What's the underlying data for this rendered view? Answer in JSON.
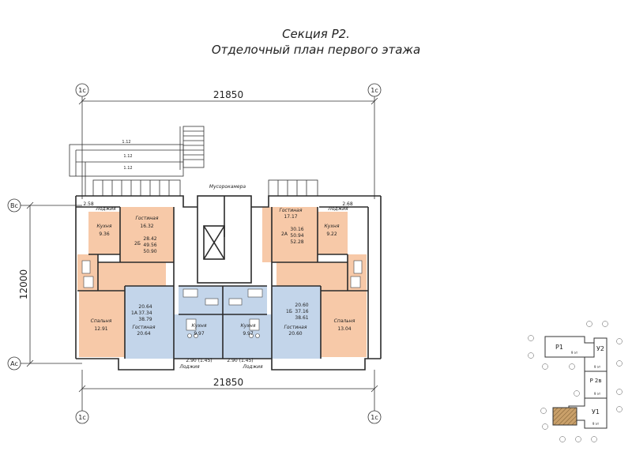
{
  "title": "Секция Р2.",
  "subtitle": "Отделочный план первого этажа",
  "colors": {
    "orange": "#f7c9a8",
    "blue": "#c3d5ea",
    "line": "#2a2a2a",
    "hatch": "#b08a55"
  },
  "axes": {
    "top_left": "1с",
    "top_right": "1с",
    "bottom_left": "1с",
    "bottom_right": "1с",
    "left_top": "Вс",
    "left_bottom": "Ас"
  },
  "dimensions": {
    "top": "21850",
    "bottom": "21850",
    "left": "12000",
    "stair_a": "1.12",
    "stair_b": "1.12",
    "stair_c": "1.12"
  },
  "labels": {
    "musoro": "Мусорокамера",
    "loggia_tl": "Лоджия",
    "loggia_tr": "Лоджия",
    "loggia_bl": "Лоджия",
    "loggia_br": "Лоджия",
    "dim_tl": "2.58",
    "dim_tr": "2.68",
    "dim_bl": "2.90 (1.45)",
    "dim_br": "2.90 (1.45)"
  },
  "rooms": {
    "tl_living": {
      "name": "Гостиная",
      "area": "16.32"
    },
    "tl_kitchen": {
      "name": "Кухня",
      "area": "9.36"
    },
    "tl_bed": {
      "name": "Спальня",
      "area": "12.91"
    },
    "tl_apt": {
      "type": "2Б",
      "a": "28.42",
      "b": "49.56",
      "c": "50.90"
    },
    "tr_living": {
      "name": "Гостиная",
      "area": "17.17"
    },
    "tr_kitchen": {
      "name": "Кухня",
      "area": "9.22"
    },
    "tr_bed": {
      "name": "Спальня",
      "area": "13.04"
    },
    "tr_apt": {
      "type": "2А",
      "a": "30.16",
      "b": "50.94",
      "c": "52.28"
    },
    "bl_apt": {
      "type": "1А",
      "a": "20.64",
      "b": "37.34",
      "c": "38.79"
    },
    "bl_living": {
      "name": "Гостиная",
      "area": "20.64"
    },
    "bl_kitchen": {
      "name": "Кухня",
      "area": "9.97"
    },
    "br_kitchen": {
      "name": "Кухня",
      "area": "9.97"
    },
    "br_apt": {
      "type": "1Б",
      "a": "20.60",
      "b": "37.16",
      "c": "38.61"
    },
    "br_living": {
      "name": "Гостиная",
      "area": "20.60"
    }
  },
  "keyplan": {
    "p1": "Р1",
    "p2b": "Р 2в",
    "y1": "У1",
    "y2": "У2",
    "floors": "9 эт"
  }
}
